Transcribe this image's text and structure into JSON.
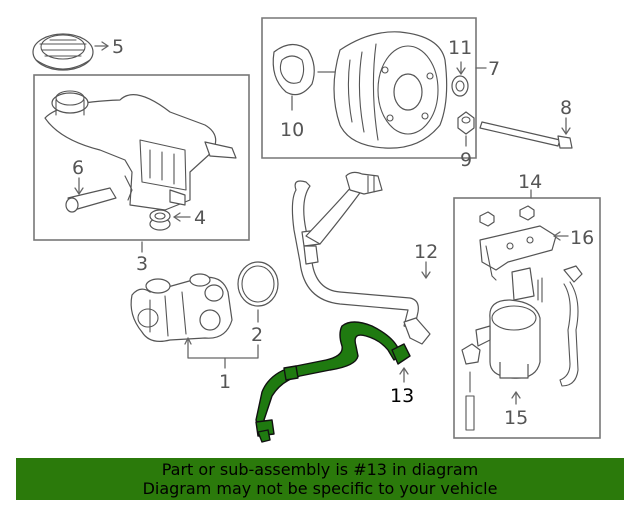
{
  "labels": {
    "l1": "1",
    "l2": "2",
    "l3": "3",
    "l4": "4",
    "l5": "5",
    "l6": "6",
    "l7": "7",
    "l8": "8",
    "l9": "9",
    "l10": "10",
    "l11": "11",
    "l12": "12",
    "l13": "13",
    "l14": "14",
    "l15": "15",
    "l16": "16"
  },
  "highlighted_part": "13",
  "highlight_color": "#2b7a0b",
  "banner": {
    "line1": "Part or sub-assembly is #13 in diagram",
    "line2": "Diagram may not be specific to your vehicle"
  }
}
